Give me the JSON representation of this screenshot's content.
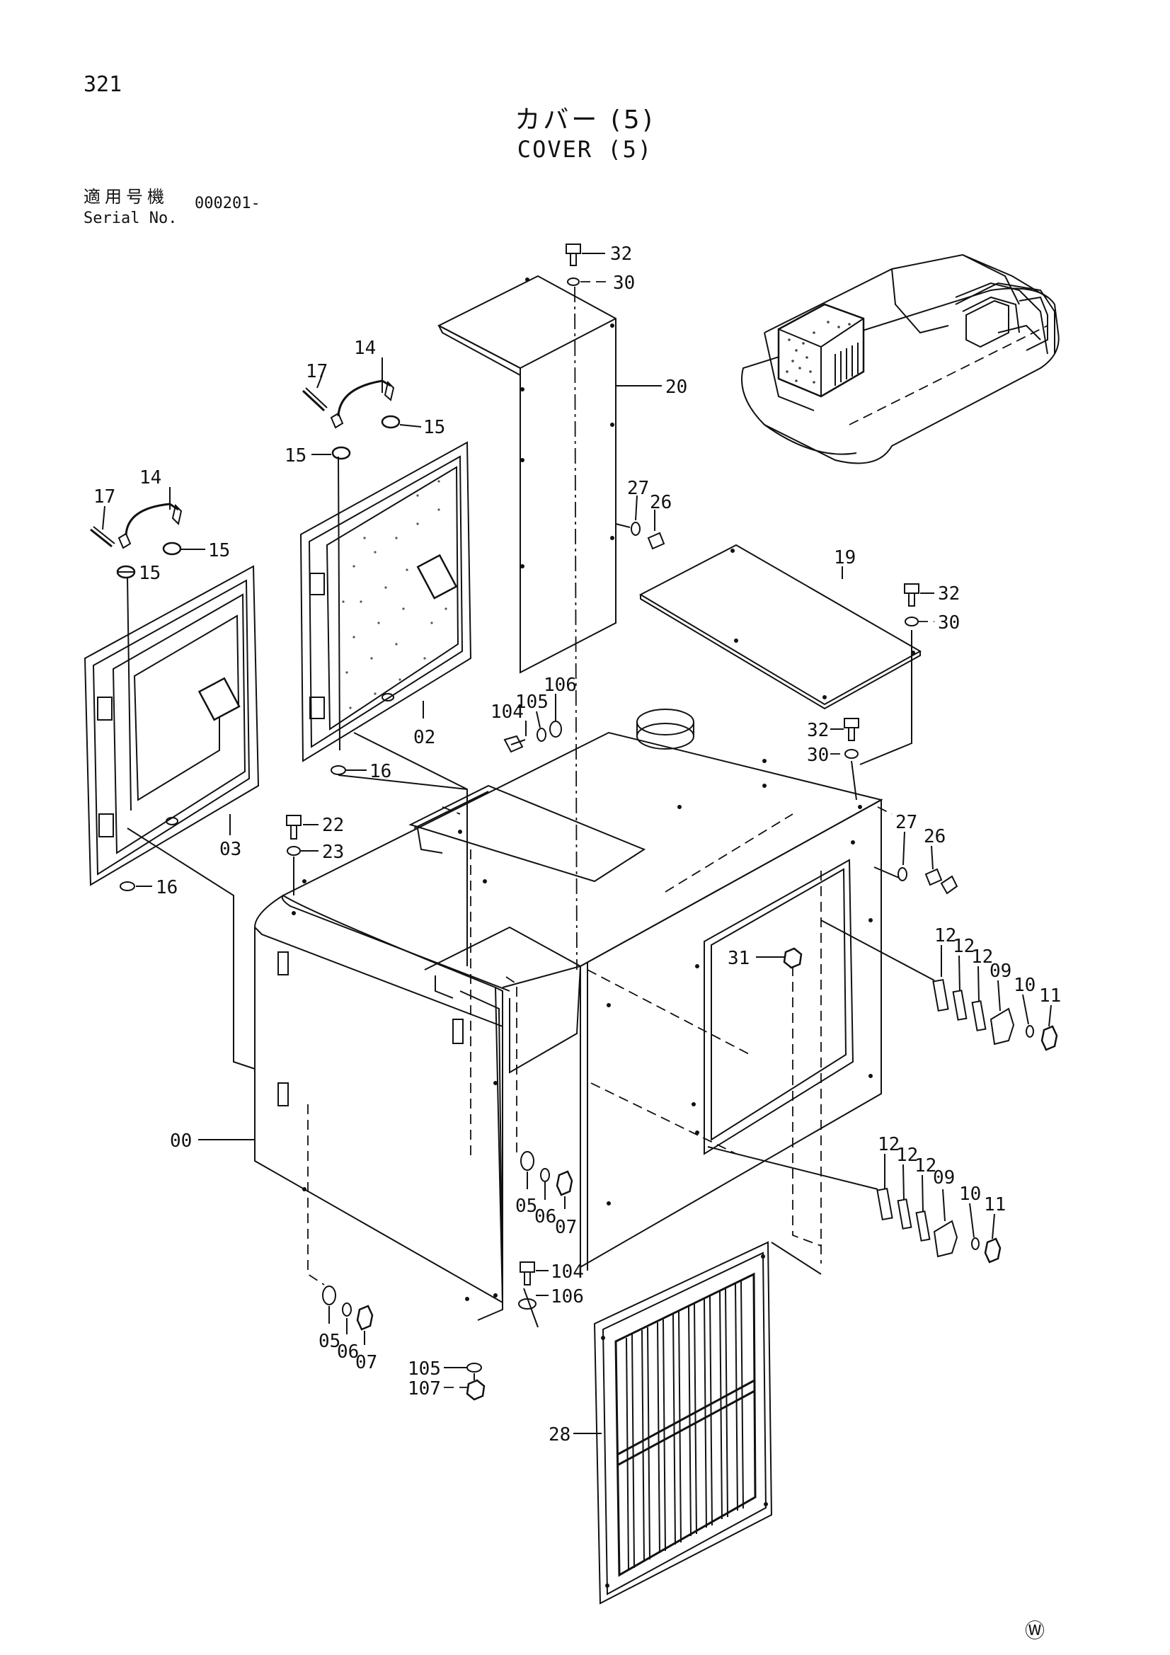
{
  "header": {
    "page_number": "321",
    "title_jp": "カバー (5)",
    "title_en": "COVER (5)",
    "serial_label_jp": "適用号機",
    "serial_label_en": "Serial No.",
    "serial_value": "000201-"
  },
  "footer": {
    "mark": "Ⓦ"
  },
  "callouts": [
    {
      "id": "c32a",
      "text": "32"
    },
    {
      "id": "c30a",
      "text": "30"
    },
    {
      "id": "c20",
      "text": "20"
    },
    {
      "id": "c14a",
      "text": "14"
    },
    {
      "id": "c17a",
      "text": "17"
    },
    {
      "id": "c15a",
      "text": "15"
    },
    {
      "id": "c15b",
      "text": "15"
    },
    {
      "id": "c14b",
      "text": "14"
    },
    {
      "id": "c17b",
      "text": "17"
    },
    {
      "id": "c15c",
      "text": "15"
    },
    {
      "id": "c15d",
      "text": "15"
    },
    {
      "id": "c27a",
      "text": "27"
    },
    {
      "id": "c26a",
      "text": "26"
    },
    {
      "id": "c19",
      "text": "19"
    },
    {
      "id": "c32b",
      "text": "32"
    },
    {
      "id": "c30b",
      "text": "30"
    },
    {
      "id": "c104a",
      "text": "104"
    },
    {
      "id": "c105a",
      "text": "105"
    },
    {
      "id": "c106a",
      "text": "106"
    },
    {
      "id": "c02",
      "text": "02"
    },
    {
      "id": "c16a",
      "text": "16"
    },
    {
      "id": "c32c",
      "text": "32"
    },
    {
      "id": "c30c",
      "text": "30"
    },
    {
      "id": "c22",
      "text": "22"
    },
    {
      "id": "c23",
      "text": "23"
    },
    {
      "id": "c03",
      "text": "03"
    },
    {
      "id": "c16b",
      "text": "16"
    },
    {
      "id": "c27b",
      "text": "27"
    },
    {
      "id": "c26b",
      "text": "26"
    },
    {
      "id": "c31",
      "text": "31"
    },
    {
      "id": "c12a",
      "text": "12"
    },
    {
      "id": "c12b",
      "text": "12"
    },
    {
      "id": "c12c",
      "text": "12"
    },
    {
      "id": "c09a",
      "text": "09"
    },
    {
      "id": "c10a",
      "text": "10"
    },
    {
      "id": "c11a",
      "text": "11"
    },
    {
      "id": "c00",
      "text": "00"
    },
    {
      "id": "c05a",
      "text": "05"
    },
    {
      "id": "c06a",
      "text": "06"
    },
    {
      "id": "c07a",
      "text": "07"
    },
    {
      "id": "c12d",
      "text": "12"
    },
    {
      "id": "c12e",
      "text": "12"
    },
    {
      "id": "c12f",
      "text": "12"
    },
    {
      "id": "c09b",
      "text": "09"
    },
    {
      "id": "c10b",
      "text": "10"
    },
    {
      "id": "c11b",
      "text": "11"
    },
    {
      "id": "c104b",
      "text": "104"
    },
    {
      "id": "c106b",
      "text": "106"
    },
    {
      "id": "c05b",
      "text": "05"
    },
    {
      "id": "c06b",
      "text": "06"
    },
    {
      "id": "c07b",
      "text": "07"
    },
    {
      "id": "c105b",
      "text": "105"
    },
    {
      "id": "c107",
      "text": "107"
    },
    {
      "id": "c28",
      "text": "28"
    }
  ]
}
